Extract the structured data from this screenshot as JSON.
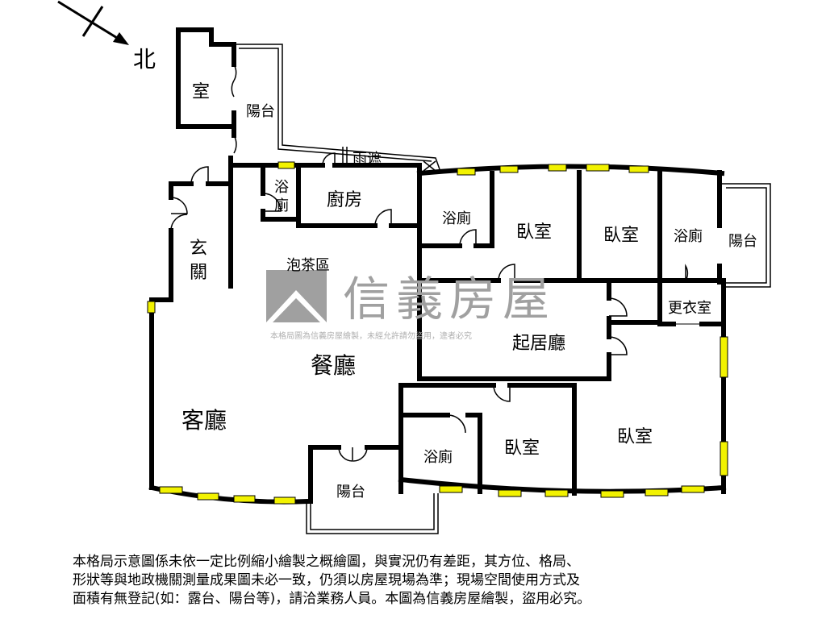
{
  "compass": {
    "label": "北"
  },
  "rooms": {
    "top_room": "室",
    "top_balcony": "陽台",
    "canopy": "雨遮",
    "small_bath": "浴\n廁",
    "small_bath_1": "浴",
    "small_bath_2": "廁",
    "kitchen": "廚房",
    "foyer_1": "玄",
    "foyer_2": "關",
    "tea_area": "泡茶區",
    "dining": "餐廳",
    "living": "客廳",
    "bath_a": "浴廁",
    "bedroom_a": "臥室",
    "bedroom_b": "臥室",
    "bath_b": "浴廁",
    "right_balcony": "陽台",
    "closet": "更衣室",
    "family_room": "起居廳",
    "bath_c": "浴廁",
    "bedroom_c": "臥室",
    "bedroom_d": "臥室",
    "bottom_balcony": "陽台"
  },
  "watermark": {
    "brand": "信義房屋",
    "notice": "本格局圖為信義房屋繪製，未經允許請勿盜用，違者必究"
  },
  "footer": {
    "line1": "本格局示意圖係未依一定比例縮小繪製之概繪圖，與實況仍有差距，其方位、格局、",
    "line2": "形狀等與地政機關測量成果圖未必一致，仍須以房屋現場為準；現場空間使用方式及",
    "line3": "面積有無登記(如：露台、陽台等)，請洽業務人員。本圖為信義房屋繪製，盜用必究。"
  },
  "colors": {
    "wall": "#000000",
    "window": "#f2f200",
    "watermark": "#a0a0a0"
  }
}
